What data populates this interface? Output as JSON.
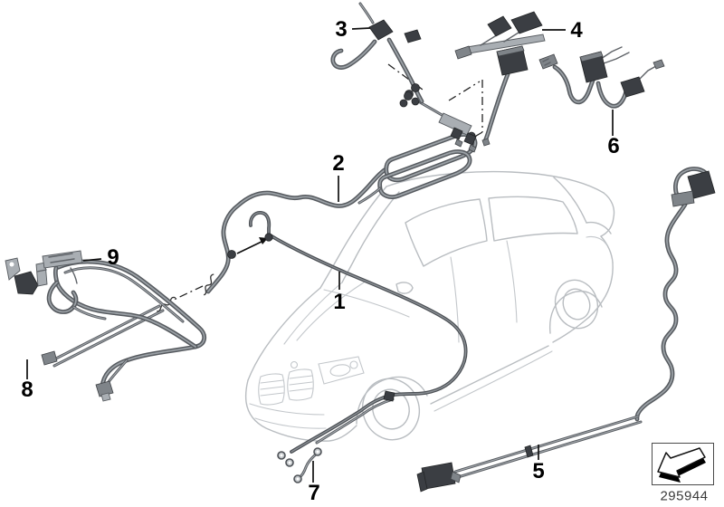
{
  "diagram": {
    "part_number": "295944",
    "callouts": [
      {
        "id": 1,
        "label": "1"
      },
      {
        "id": 2,
        "label": "2"
      },
      {
        "id": 3,
        "label": "3"
      },
      {
        "id": 4,
        "label": "4"
      },
      {
        "id": 5,
        "label": "5"
      },
      {
        "id": 6,
        "label": "6"
      },
      {
        "id": 7,
        "label": "7"
      },
      {
        "id": 8,
        "label": "8"
      },
      {
        "id": 9,
        "label": "9"
      }
    ],
    "icons": {
      "direction_arrow": "direction-arrow-icon"
    },
    "colors": {
      "cable": "#565a5f",
      "cable_highlight": "#9aa0a5",
      "connector": "#3b3e43",
      "car_outline": "#b9bdc1",
      "label": "#000000",
      "part_number_text": "#3a3a3a"
    }
  }
}
